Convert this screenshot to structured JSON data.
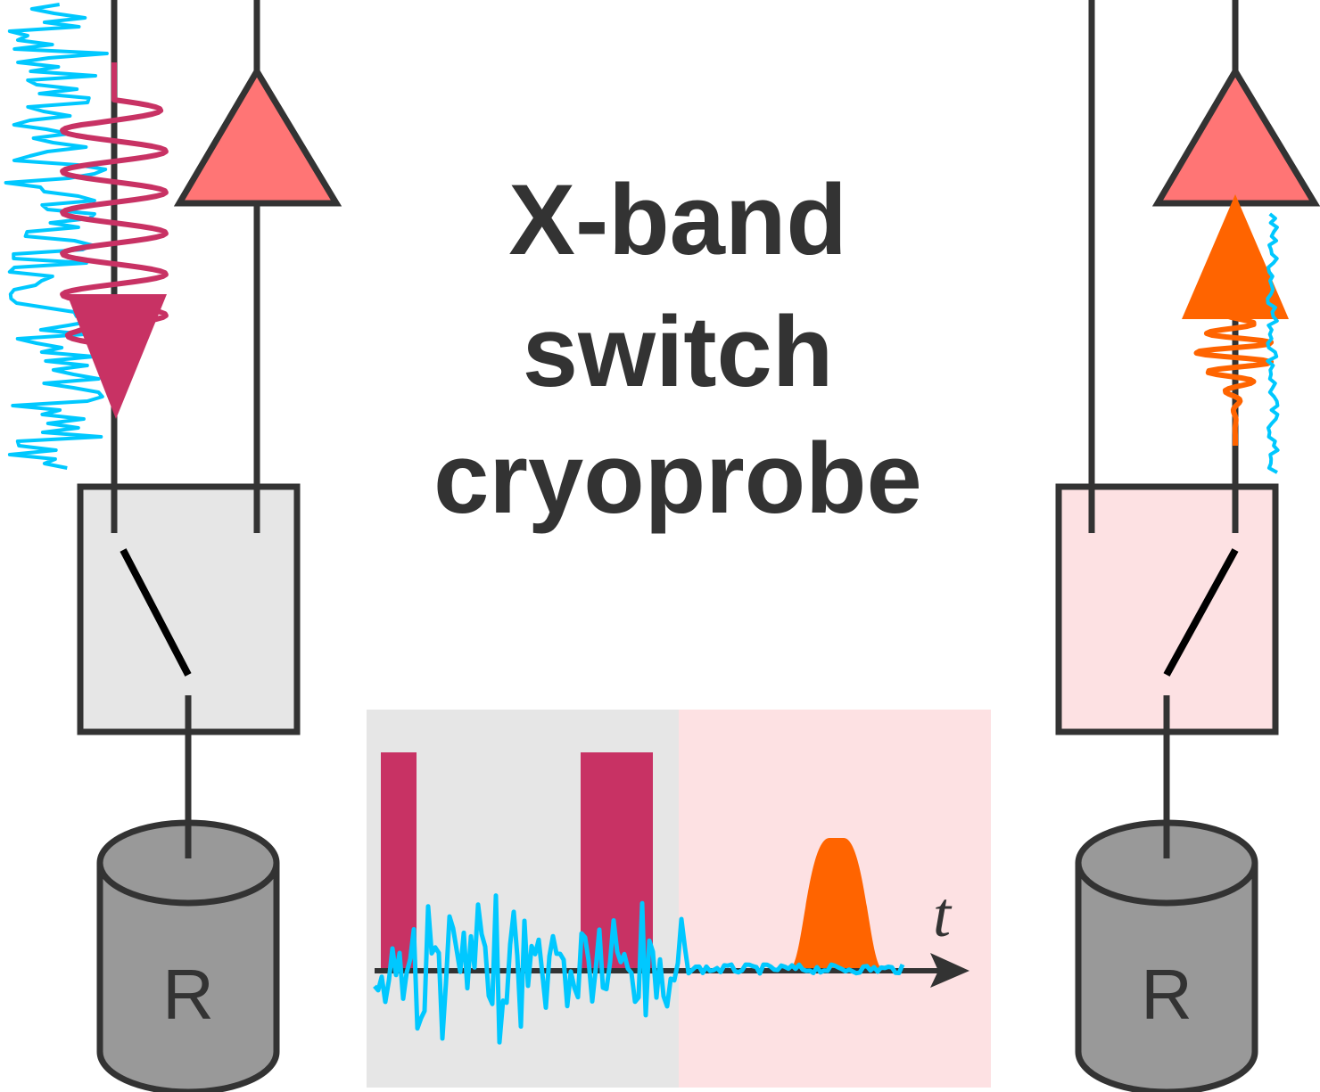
{
  "title": {
    "line1": "X-band",
    "line2": "switch",
    "line3": "cryoprobe"
  },
  "left_panel": {
    "resonator_label": "R",
    "switch_state": "transmit"
  },
  "right_panel": {
    "resonator_label": "R",
    "switch_state": "receive"
  },
  "timing_inset": {
    "axis_label": "t"
  },
  "colors": {
    "line": "#333333",
    "amplifier_fill": "#ff7575",
    "pulse": "#c83264",
    "noise": "#00c8ff",
    "echo": "#ff6400",
    "transmit_box_fill": "#e6e6e6",
    "receive_box_fill": "#fde1e3",
    "resonator_fill": "#999999"
  },
  "icons": [
    "amplifier-icon",
    "switch-icon",
    "resonator-icon",
    "pulse-wave-icon",
    "noise-wave-icon",
    "echo-signal-icon"
  ]
}
